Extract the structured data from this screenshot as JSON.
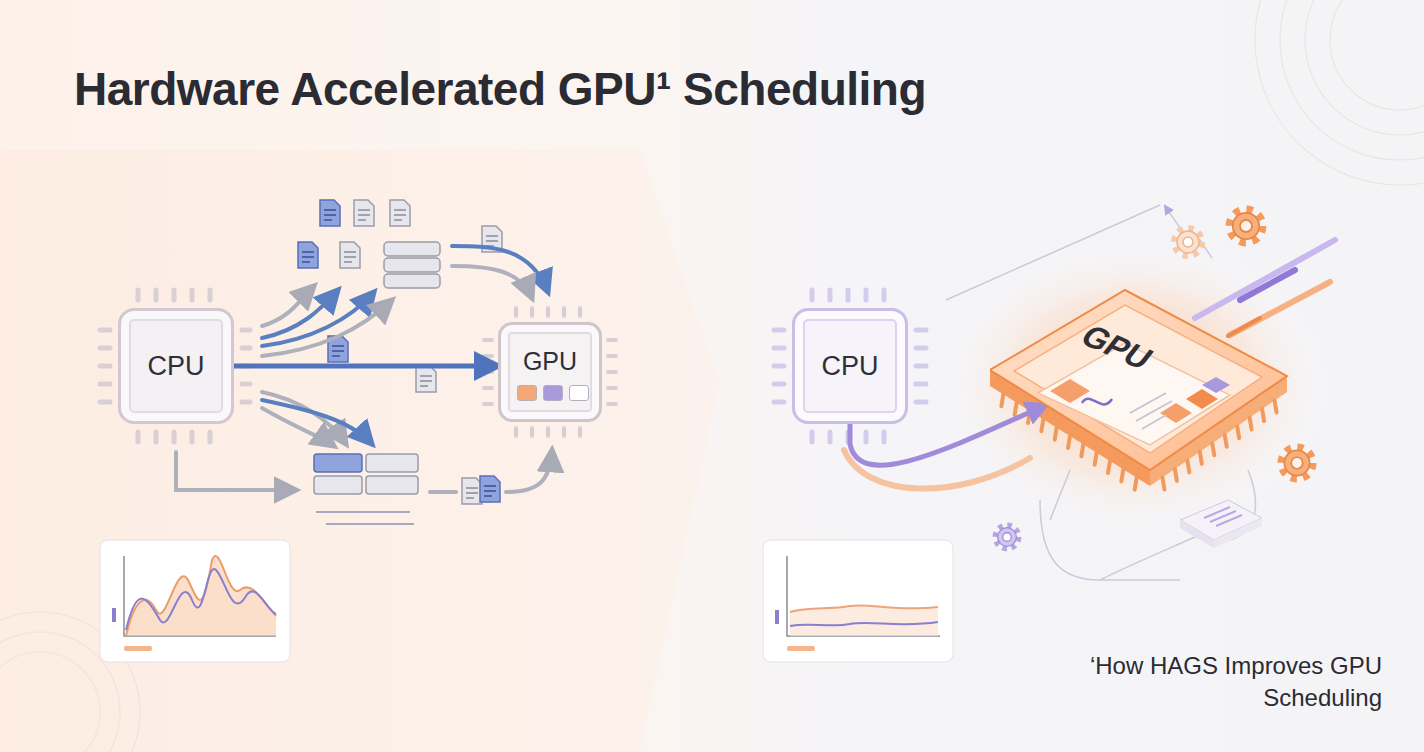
{
  "diagram": {
    "title": "Hardware Accelerated GPU¹ Scheduling",
    "caption": "‘How HAGS Improves GPU Scheduling",
    "nodes": [
      {
        "text": [
          "CPU"
        ]
      },
      {
        "text": [
          "GPU"
        ]
      },
      {
        "text": [
          "CPU"
        ]
      },
      {
        "text": [
          "GPU"
        ]
      }
    ],
    "edges": [
      {
        "from": 0,
        "to": 1,
        "arrow": "to"
      },
      {
        "from": 2,
        "to": 3,
        "arrow": "to"
      }
    ]
  }
}
